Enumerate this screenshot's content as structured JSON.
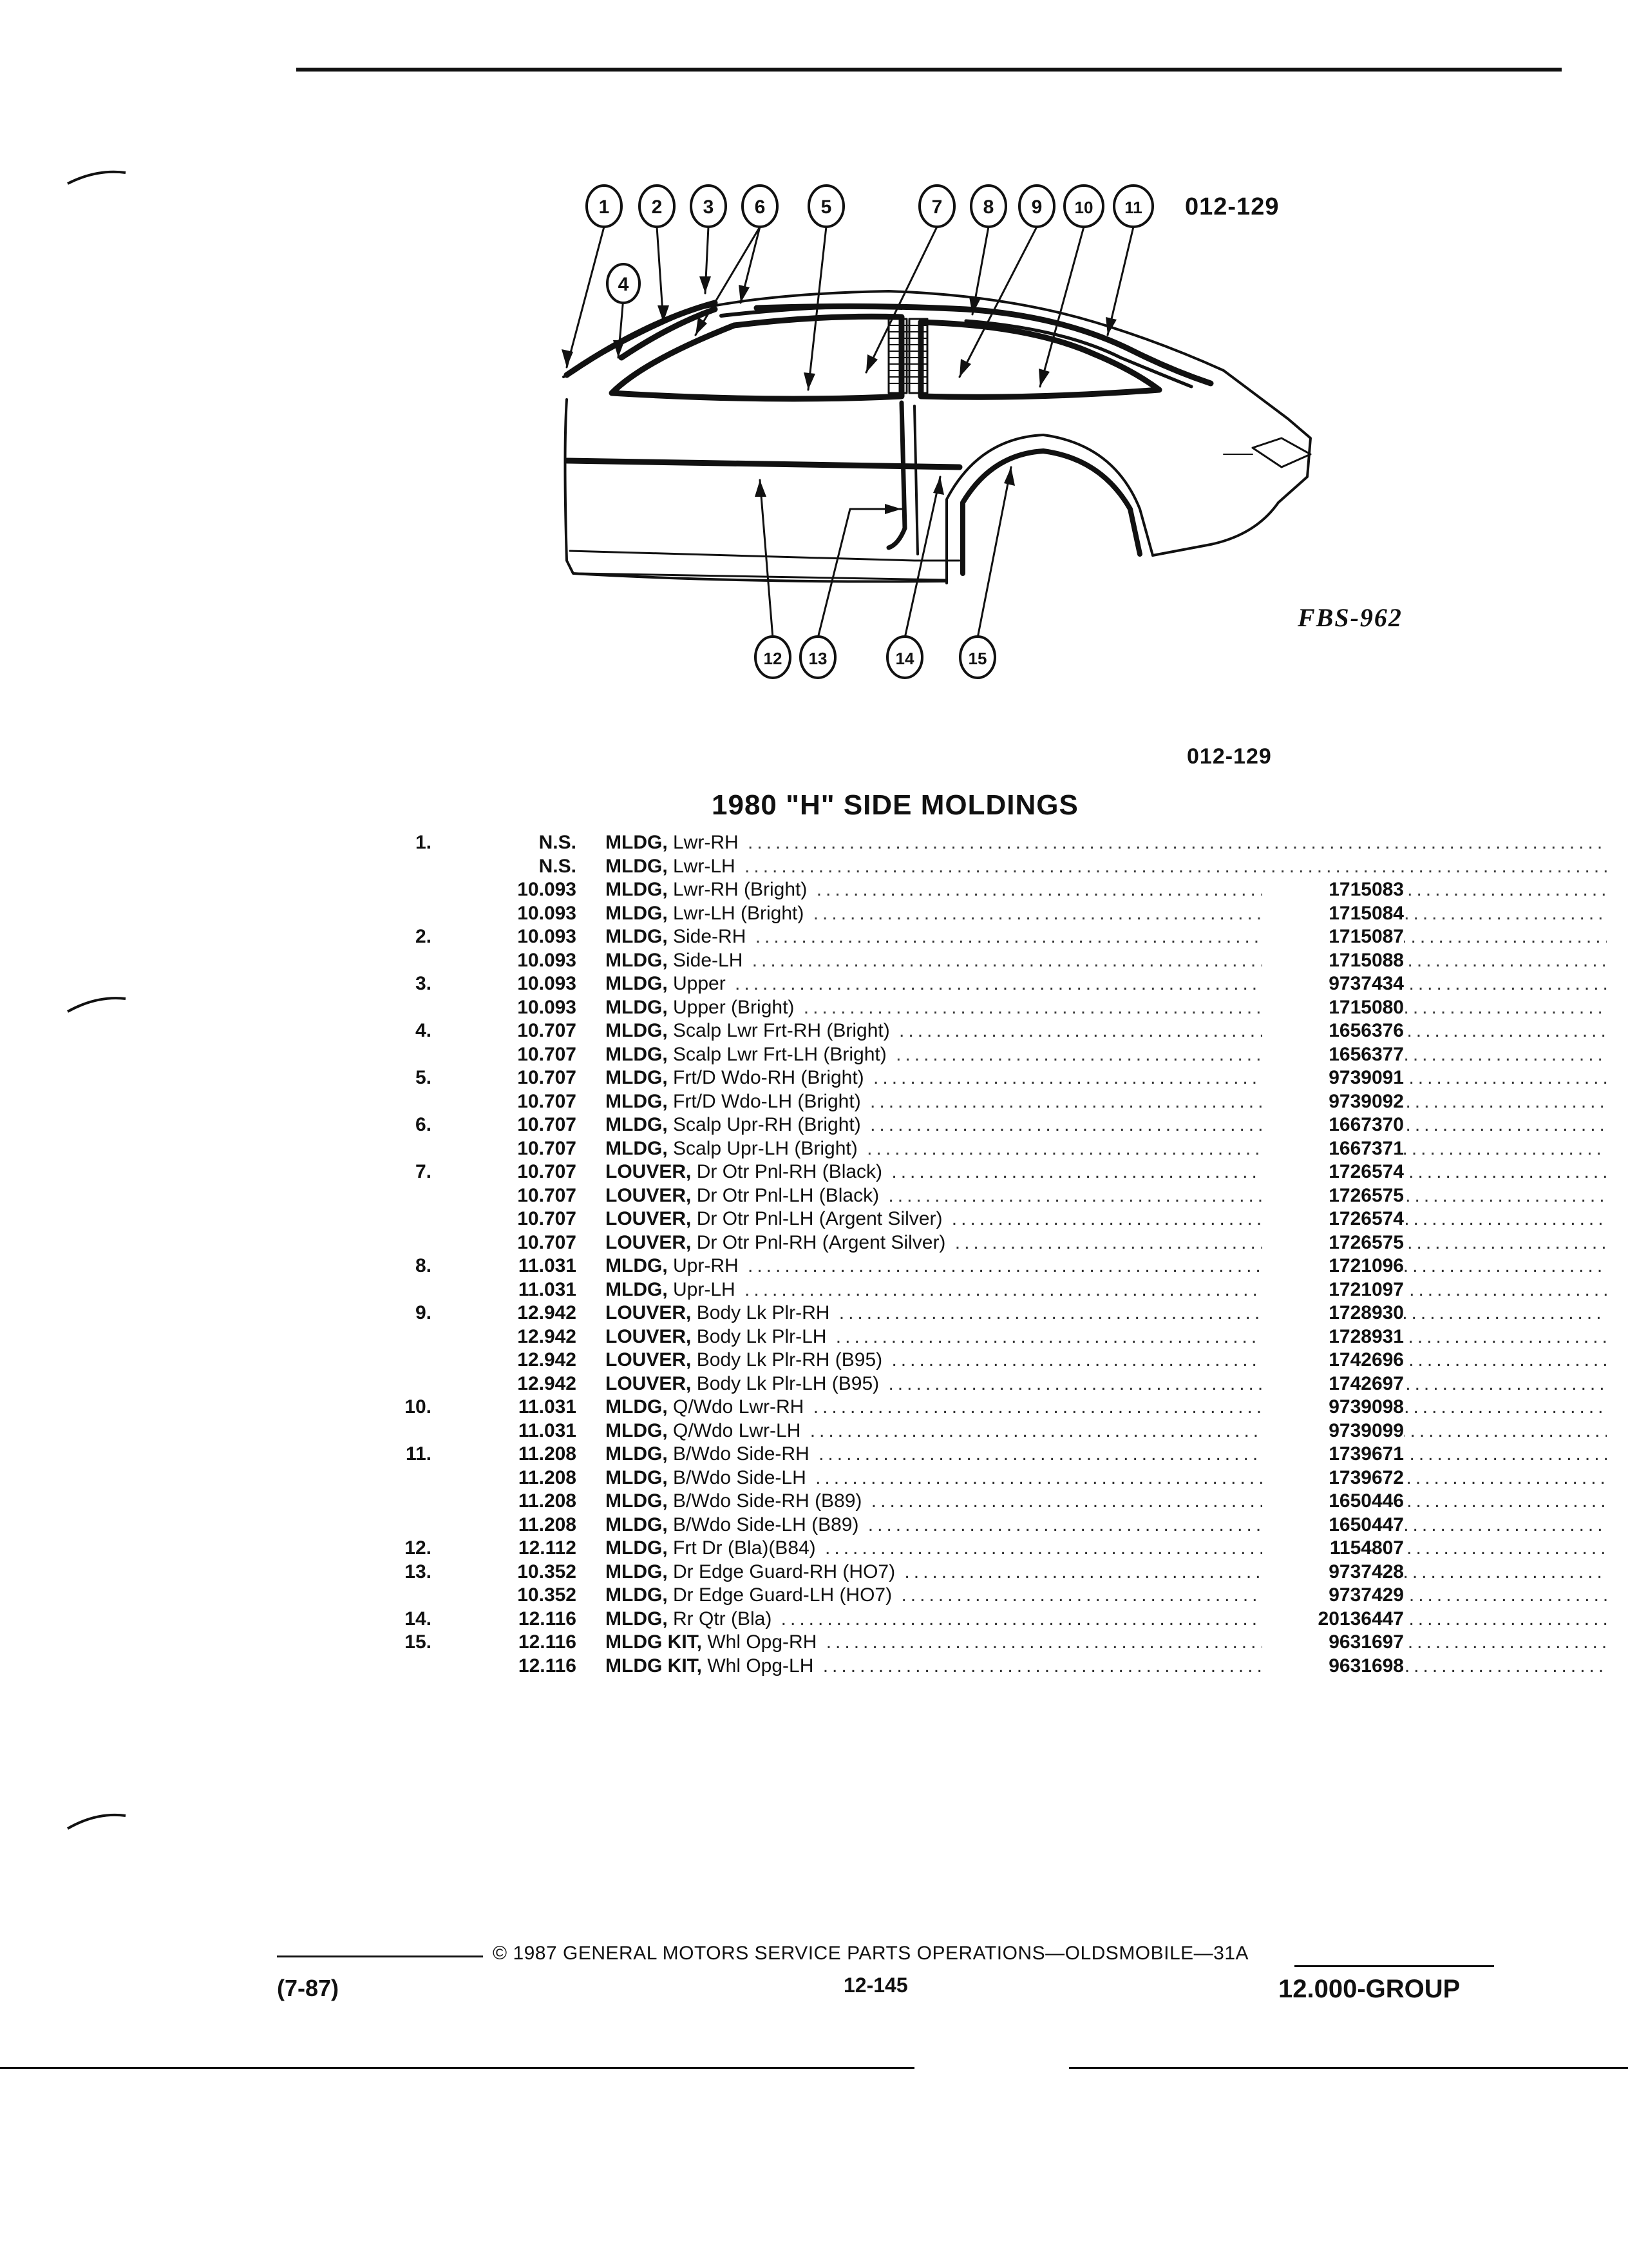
{
  "figure": {
    "code_top": "012-129",
    "code_bottom": "012-129",
    "illustration_id": "FBS-962",
    "callouts_top": [
      "1",
      "2",
      "3",
      "6",
      "5",
      "7",
      "8",
      "9",
      "10",
      "11"
    ],
    "callout_4": "4",
    "callouts_bottom": [
      "12",
      "13",
      "14",
      "15"
    ]
  },
  "section_title": "1980 \"H\" SIDE MOLDINGS",
  "parts": [
    {
      "ref": "1.",
      "group": "N.S.",
      "name": "MLDG,",
      "desc": "Lwr-RH",
      "part": ""
    },
    {
      "ref": "",
      "group": "N.S.",
      "name": "MLDG,",
      "desc": "Lwr-LH",
      "part": ""
    },
    {
      "ref": "",
      "group": "10.093",
      "name": "MLDG,",
      "desc": "Lwr-RH (Bright)",
      "part": "1715083"
    },
    {
      "ref": "",
      "group": "10.093",
      "name": "MLDG,",
      "desc": "Lwr-LH (Bright)",
      "part": "1715084"
    },
    {
      "ref": "2.",
      "group": "10.093",
      "name": "MLDG,",
      "desc": "Side-RH",
      "part": "1715087"
    },
    {
      "ref": "",
      "group": "10.093",
      "name": "MLDG,",
      "desc": "Side-LH",
      "part": "1715088"
    },
    {
      "ref": "3.",
      "group": "10.093",
      "name": "MLDG,",
      "desc": "Upper",
      "part": "9737434"
    },
    {
      "ref": "",
      "group": "10.093",
      "name": "MLDG,",
      "desc": "Upper (Bright)",
      "part": "1715080"
    },
    {
      "ref": "4.",
      "group": "10.707",
      "name": "MLDG,",
      "desc": "Scalp Lwr Frt-RH (Bright)",
      "part": "1656376"
    },
    {
      "ref": "",
      "group": "10.707",
      "name": "MLDG,",
      "desc": "Scalp Lwr Frt-LH (Bright)",
      "part": "1656377"
    },
    {
      "ref": "5.",
      "group": "10.707",
      "name": "MLDG,",
      "desc": "Frt/D Wdo-RH (Bright)",
      "part": "9739091"
    },
    {
      "ref": "",
      "group": "10.707",
      "name": "MLDG,",
      "desc": "Frt/D Wdo-LH (Bright)",
      "part": "9739092"
    },
    {
      "ref": "6.",
      "group": "10.707",
      "name": "MLDG,",
      "desc": "Scalp Upr-RH (Bright)",
      "part": "1667370"
    },
    {
      "ref": "",
      "group": "10.707",
      "name": "MLDG,",
      "desc": "Scalp Upr-LH (Bright)",
      "part": "1667371"
    },
    {
      "ref": "7.",
      "group": "10.707",
      "name": "LOUVER,",
      "desc": "Dr Otr Pnl-RH (Black)",
      "part": "1726574"
    },
    {
      "ref": "",
      "group": "10.707",
      "name": "LOUVER,",
      "desc": "Dr Otr Pnl-LH (Black)",
      "part": "1726575"
    },
    {
      "ref": "",
      "group": "10.707",
      "name": "LOUVER,",
      "desc": "Dr Otr Pnl-LH (Argent Silver)",
      "part": "1726574"
    },
    {
      "ref": "",
      "group": "10.707",
      "name": "LOUVER,",
      "desc": "Dr Otr Pnl-RH (Argent Silver)",
      "part": "1726575"
    },
    {
      "ref": "8.",
      "group": "11.031",
      "name": "MLDG,",
      "desc": "Upr-RH",
      "part": "1721096"
    },
    {
      "ref": "",
      "group": "11.031",
      "name": "MLDG,",
      "desc": "Upr-LH",
      "part": "1721097"
    },
    {
      "ref": "9.",
      "group": "12.942",
      "name": "LOUVER,",
      "desc": "Body Lk Plr-RH",
      "part": "1728930"
    },
    {
      "ref": "",
      "group": "12.942",
      "name": "LOUVER,",
      "desc": "Body Lk Plr-LH",
      "part": "1728931"
    },
    {
      "ref": "",
      "group": "12.942",
      "name": "LOUVER,",
      "desc": "Body Lk Plr-RH (B95)",
      "part": "1742696"
    },
    {
      "ref": "",
      "group": "12.942",
      "name": "LOUVER,",
      "desc": "Body Lk Plr-LH (B95)",
      "part": "1742697"
    },
    {
      "ref": "10.",
      "group": "11.031",
      "name": "MLDG,",
      "desc": "Q/Wdo Lwr-RH",
      "part": "9739098"
    },
    {
      "ref": "",
      "group": "11.031",
      "name": "MLDG,",
      "desc": "Q/Wdo Lwr-LH",
      "part": "9739099"
    },
    {
      "ref": "11.",
      "group": "11.208",
      "name": "MLDG,",
      "desc": "B/Wdo Side-RH",
      "part": "1739671"
    },
    {
      "ref": "",
      "group": "11.208",
      "name": "MLDG,",
      "desc": "B/Wdo Side-LH",
      "part": "1739672"
    },
    {
      "ref": "",
      "group": "11.208",
      "name": "MLDG,",
      "desc": "B/Wdo Side-RH (B89)",
      "part": "1650446"
    },
    {
      "ref": "",
      "group": "11.208",
      "name": "MLDG,",
      "desc": "B/Wdo Side-LH (B89)",
      "part": "1650447"
    },
    {
      "ref": "12.",
      "group": "12.112",
      "name": "MLDG,",
      "desc": "Frt Dr (Bla)(B84)",
      "part": "1154807"
    },
    {
      "ref": "13.",
      "group": "10.352",
      "name": "MLDG,",
      "desc": "Dr Edge Guard-RH (HO7)",
      "part": "9737428"
    },
    {
      "ref": "",
      "group": "10.352",
      "name": "MLDG,",
      "desc": "Dr Edge Guard-LH (HO7)",
      "part": "9737429"
    },
    {
      "ref": "14.",
      "group": "12.116",
      "name": "MLDG,",
      "desc": "Rr Qtr (Bla)",
      "part": "20136447"
    },
    {
      "ref": "15.",
      "group": "12.116",
      "name": "MLDG KIT,",
      "desc": "Whl Opg-RH",
      "part": "9631697"
    },
    {
      "ref": "",
      "group": "12.116",
      "name": "MLDG KIT,",
      "desc": "Whl Opg-LH",
      "part": "9631698"
    }
  ],
  "footer": {
    "copyright": "© 1987 GENERAL MOTORS SERVICE PARTS OPERATIONS—OLDSMOBILE—31A",
    "date": "(7-87)",
    "page": "12-145",
    "group": "12.000-GROUP"
  }
}
